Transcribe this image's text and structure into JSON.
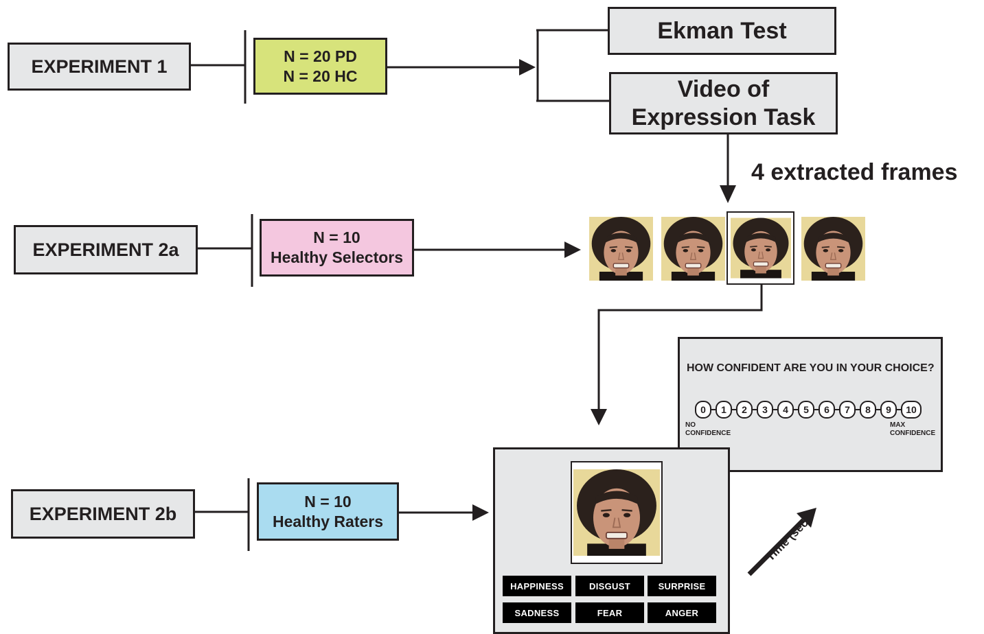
{
  "experiment1": {
    "label": "EXPERIMENT 1",
    "group_line1": "N = 20 PD",
    "group_line2": "N = 20 HC",
    "group_color": "#d7e37b"
  },
  "tasks": {
    "ekman": "Ekman Test",
    "video_line1": "Video of",
    "video_line2": "Expression Task"
  },
  "frames_label": "4 extracted frames",
  "experiment2a": {
    "label": "EXPERIMENT 2a",
    "group_line1": "N = 10",
    "group_line2": "Healthy Selectors",
    "group_color": "#f4c7df"
  },
  "experiment2b": {
    "label": "EXPERIMENT 2b",
    "group_line1": "N = 10",
    "group_line2": "Healthy Raters",
    "group_color": "#aadcf0"
  },
  "confidence": {
    "question": "HOW CONFIDENT ARE YOU IN YOUR CHOICE?",
    "scale": [
      "0",
      "1",
      "2",
      "3",
      "4",
      "5",
      "6",
      "7",
      "8",
      "9",
      "10"
    ],
    "low_label_1": "NO",
    "low_label_2": "CONFIDENCE",
    "high_label_1": "MAX",
    "high_label_2": "CONFIDENCE"
  },
  "emotions": [
    "HAPPINESS",
    "DISGUST",
    "SURPRISE",
    "SADNESS",
    "FEAR",
    "ANGER"
  ],
  "time_label": "Time (sec)",
  "icons": {
    "face": "face-photo",
    "arrow": "arrow-icon"
  }
}
